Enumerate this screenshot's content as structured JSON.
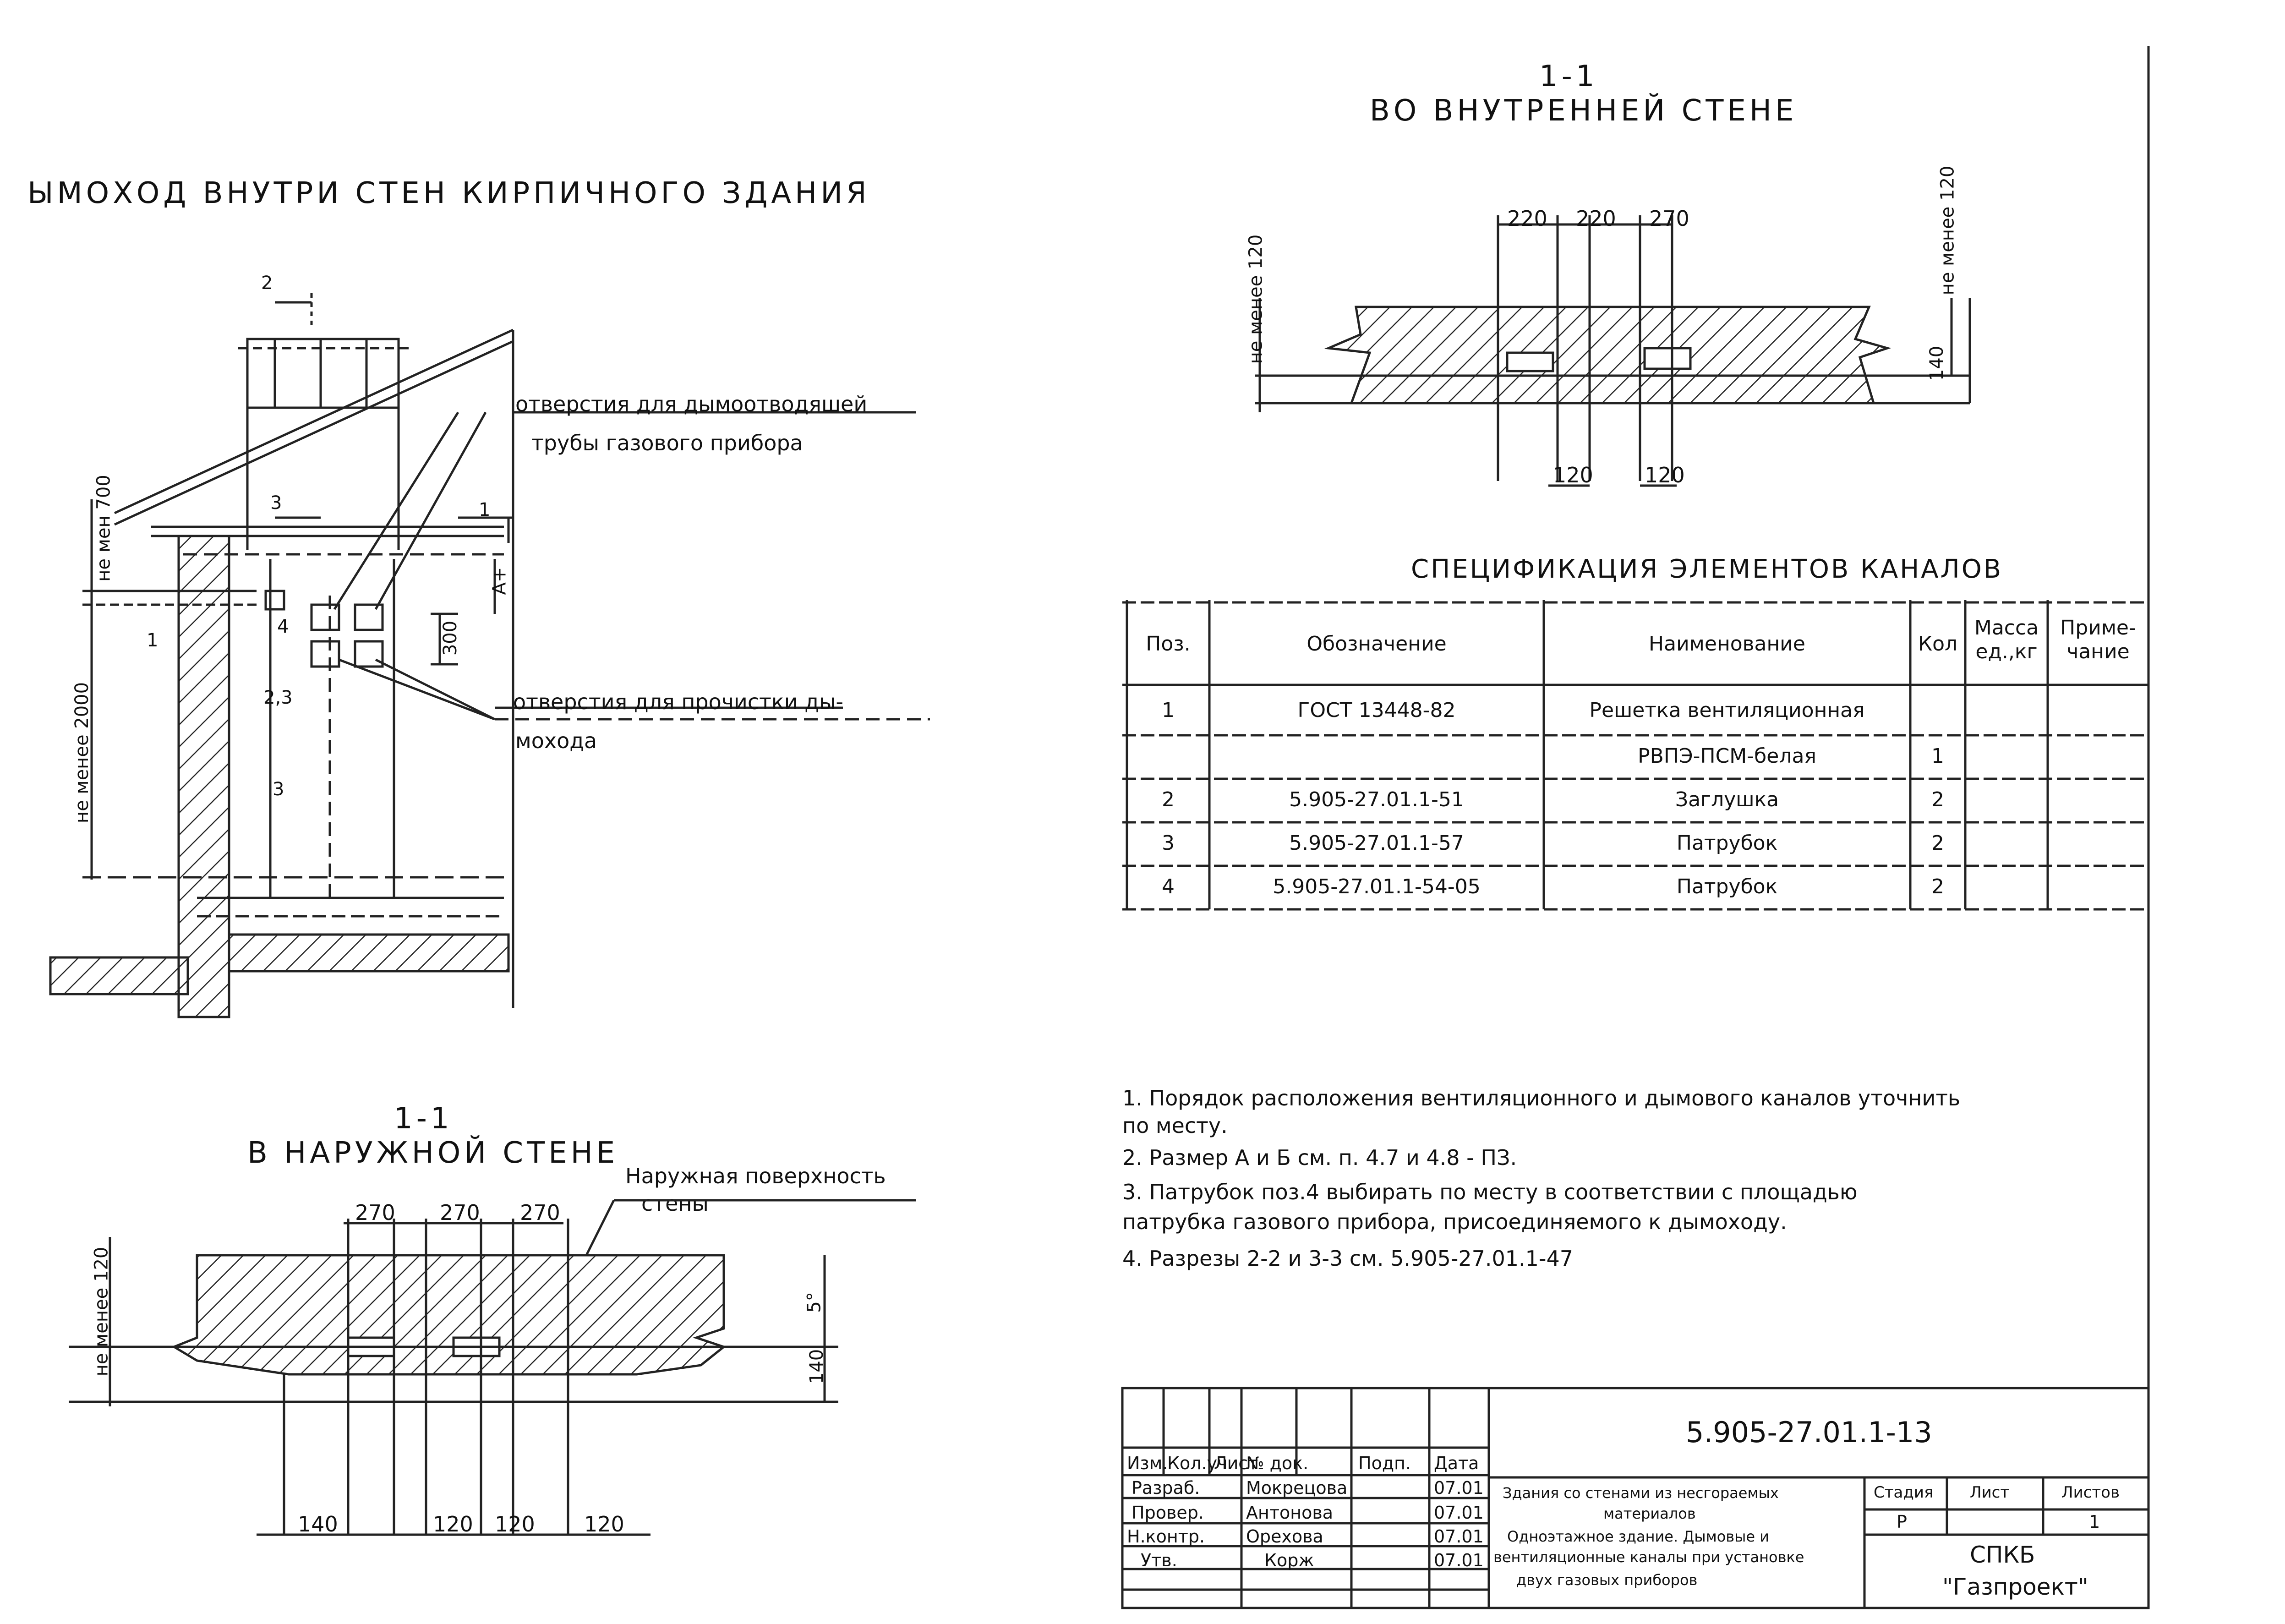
{
  "title_left": "ЫМОХОД ВНУТРИ СТЕН КИРПИЧНОГО ЗДАНИЯ",
  "section_inner": {
    "num": "1-1",
    "title": "ВО ВНУТРЕННЕЙ СТЕНЕ",
    "dims_top": [
      "220",
      "220",
      "270"
    ],
    "dims_bottom": [
      "120",
      "120"
    ],
    "vert_left": "не менее 120",
    "vert_right": "не менее 120",
    "right_dim": "140"
  },
  "section_outer": {
    "num": "1-1",
    "title": "В НАРУЖНОЙ СТЕНЕ",
    "dims_top": [
      "270",
      "270",
      "270"
    ],
    "dims_bottom": [
      "140",
      "120",
      "120",
      "120"
    ],
    "vert_left": "не менее 120",
    "right_dims": [
      "5°",
      "140"
    ],
    "surface_label_1": "Наружная поверхность",
    "surface_label_2": "стены"
  },
  "elevation": {
    "label_hole_1": "отверстия для дымоотводяшей",
    "label_hole_2": "трубы газового прибора",
    "label_clean_1": "отверстия для прочистки ды-",
    "label_clean_2": "мохода",
    "marks": [
      "2",
      "3",
      "1",
      "4",
      "1",
      "2,3",
      "3"
    ],
    "vert_left_dim": "не менее 2000",
    "vert_top_dim": "не мен 700",
    "dim_300": "300",
    "dim_a": "А+"
  },
  "spec": {
    "title": "СПЕЦИФИКАЦИЯ ЭЛЕМЕНТОВ КАНАЛОВ",
    "headers": [
      "Поз.",
      "Обозначение",
      "Наименование",
      "Кол",
      "Масса ед.,кг",
      "Приме- чание"
    ],
    "rows": [
      [
        "1",
        "ГОСТ 13448-82",
        "Решетка вентиляционная",
        "",
        "",
        ""
      ],
      [
        "",
        "",
        "РВПЭ-ПСМ-белая",
        "1",
        "",
        ""
      ],
      [
        "2",
        "5.905-27.01.1-51",
        "Заглушка",
        "2",
        "",
        ""
      ],
      [
        "3",
        "5.905-27.01.1-57",
        "Патрубок",
        "2",
        "",
        ""
      ],
      [
        "4",
        "5.905-27.01.1-54-05",
        "Патрубок",
        "2",
        "",
        ""
      ]
    ]
  },
  "notes": [
    "1. Порядок расположения вентиляционного и дымового каналов уточнить",
    "   по месту.",
    "2. Размер А и Б см. п. 4.7 и 4.8 - ПЗ.",
    "3. Патрубок поз.4 выбирать по месту в соответствии с площадью",
    "   патрубка газового прибора, присоединяемого к дымоходу.",
    "4. Разрезы 2-2 и 3-3 см. 5.905-27.01.1-47"
  ],
  "title_block": {
    "code": "5.905-27.01.1-13",
    "col_heads": [
      "Изм.",
      "Кол.уч",
      "Лист",
      "№ док.",
      "Подп.",
      "Дата"
    ],
    "people": [
      {
        "role": "Разраб.",
        "name": "Мокрецова",
        "date": "07.01"
      },
      {
        "role": "Провер.",
        "name": "Антонова",
        "date": "07.01"
      },
      {
        "role": "Н.контр.",
        "name": "Орехова",
        "date": "07.01"
      },
      {
        "role": "Утв.",
        "name": "Корж",
        "date": "07.01"
      }
    ],
    "description": [
      "Здания со стенами из несгораемых",
      "материалов",
      "Одноэтажное здание. Дымовые и",
      "вентиляционные каналы при установке",
      "двух газовых приборов"
    ],
    "stage_head": "Стадия",
    "sheet_head": "Лист",
    "sheets_head": "Листов",
    "stage": "Р",
    "sheets": "1",
    "org_1": "СПКБ",
    "org_2": "\"Газпроект\""
  }
}
